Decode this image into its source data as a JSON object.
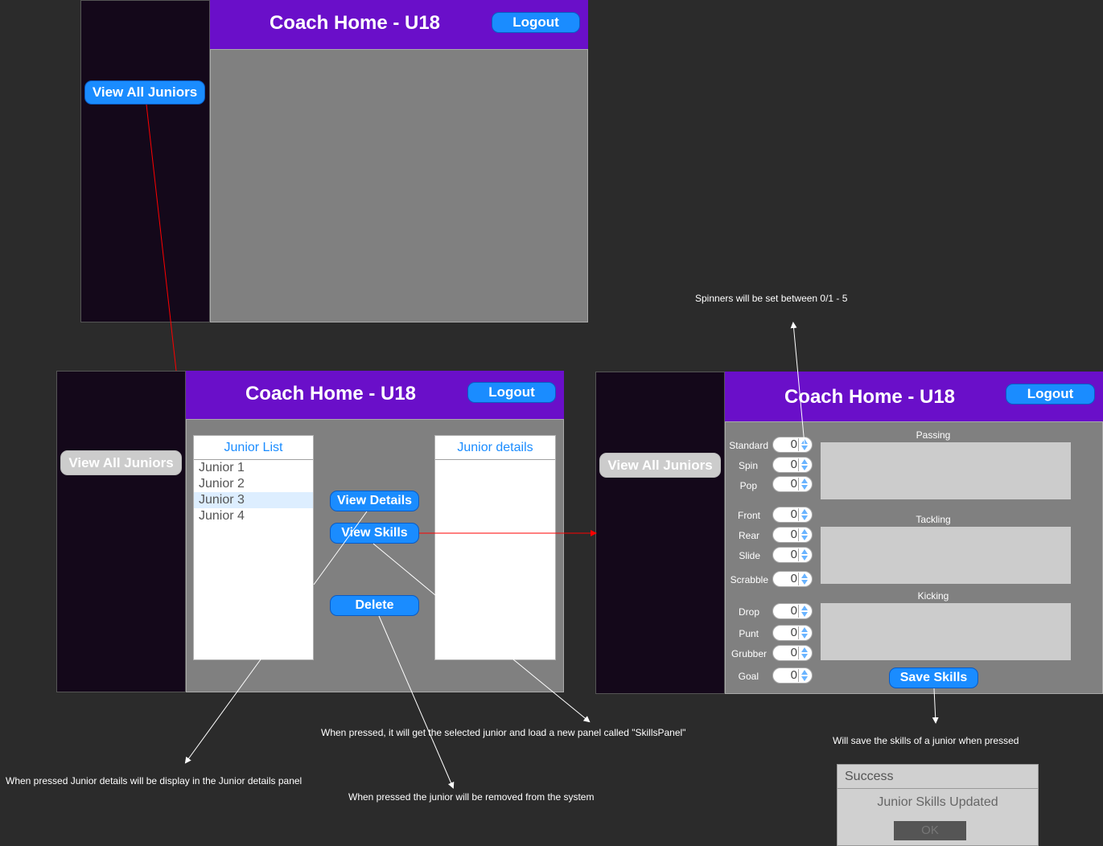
{
  "screen1": {
    "title": "Coach Home - U18",
    "logout_label": "Logout",
    "view_all_label": "View All Juniors"
  },
  "screen2": {
    "title": "Coach Home - U18",
    "logout_label": "Logout",
    "view_all_label": "View All Juniors",
    "junior_list_title": "Junior List",
    "juniors": [
      "Junior 1",
      "Junior 2",
      "Junior 3",
      "Junior 4"
    ],
    "selected_junior": "Junior 3",
    "junior_details_title": "Junior details",
    "view_details_label": "View Details",
    "view_skills_label": "View Skills",
    "delete_label": "Delete"
  },
  "screen3": {
    "title": "Coach Home - U18",
    "logout_label": "Logout",
    "view_all_label": "View All Juniors",
    "passing_title": "Passing",
    "tackling_title": "Tackling",
    "kicking_title": "Kicking",
    "skills": [
      {
        "label": "Standard",
        "value": "0"
      },
      {
        "label": "Spin",
        "value": "0"
      },
      {
        "label": "Pop",
        "value": "0"
      },
      {
        "label": "Front",
        "value": "0"
      },
      {
        "label": "Rear",
        "value": "0"
      },
      {
        "label": "Slide",
        "value": "0"
      },
      {
        "label": "Scrabble",
        "value": "0"
      },
      {
        "label": "Drop",
        "value": "0"
      },
      {
        "label": "Punt",
        "value": "0"
      },
      {
        "label": "Grubber",
        "value": "0"
      },
      {
        "label": "Goal",
        "value": "0"
      }
    ],
    "save_label": "Save Skills"
  },
  "dialog": {
    "title": "Success",
    "message": "Junior Skills Updated",
    "ok_label": "OK"
  },
  "notes": {
    "spinners": "Spinners will be set between 0/1 - 5",
    "view_skills": "When pressed, it will get the selected junior and load a new panel called \"SkillsPanel\"",
    "save": "Will save the skills of a junior when pressed",
    "view_details": "When pressed Junior details will be display in the Junior details panel",
    "delete": "When pressed the junior will be removed from the system"
  },
  "colors": {
    "header": "#6a0fc9",
    "sidebar": "#14081a",
    "button": "#1a8cff",
    "content": "#808080",
    "background": "#2b2b2b"
  }
}
